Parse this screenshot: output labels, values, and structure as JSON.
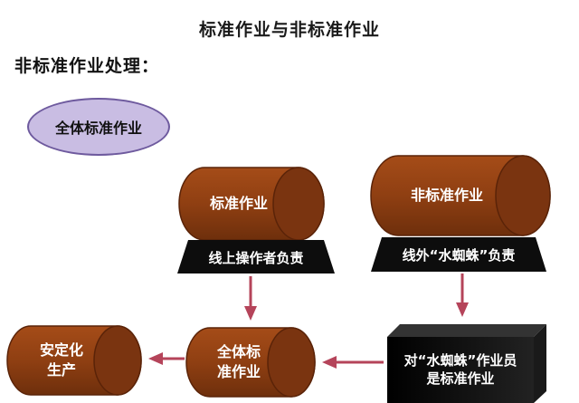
{
  "header": {
    "title": "标准作业与非标准作业",
    "subtitle": "非标准作业处理："
  },
  "nodes": {
    "all_standard_oval": "全体标准作业",
    "standard_work": "标准作业",
    "non_standard_work": "非标准作业",
    "line_operator_label": "线上操作者负责",
    "offline_spider_label": "线外“水蜘蛛”负责",
    "spider_box_line1": "对“水蜘蛛”作业员",
    "spider_box_line2": "是标准作业",
    "all_standard_line1": "全体标",
    "all_standard_line2": "准作业",
    "safe_line1": "安定化",
    "safe_line2": "生产"
  },
  "colors": {
    "cylinder_fill": "#8f3f12",
    "cylinder_cap": "#7a3410",
    "ellipse_fill": "#c9bde3",
    "arrow": "#b5445a",
    "black_base": "#0d0d0d"
  }
}
